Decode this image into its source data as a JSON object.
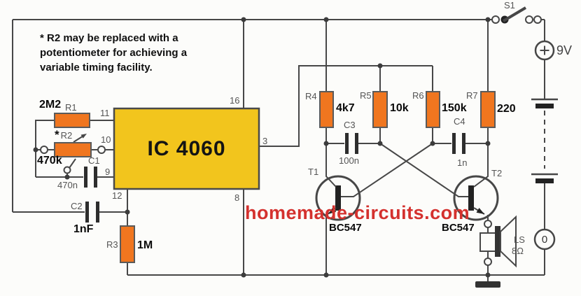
{
  "note": "* R2 may be replaced with a potentiometer for achieving a variable timing facility.",
  "watermark": "homemade-circuits.com",
  "ic": {
    "label": "IC 4060"
  },
  "pins": {
    "p11": "11",
    "p10": "10",
    "p9": "9",
    "p12": "12",
    "p16": "16",
    "p8": "8",
    "p3": "3"
  },
  "components": {
    "r1": {
      "ref": "R1",
      "value": "2M2"
    },
    "r2": {
      "ref": "R2",
      "prefix": "*",
      "value": "470k"
    },
    "r3": {
      "ref": "R3",
      "value": "1M"
    },
    "r4": {
      "ref": "R4",
      "value": "4k7"
    },
    "r5": {
      "ref": "R5",
      "value": "10k"
    },
    "r6": {
      "ref": "R6",
      "value": "150k"
    },
    "r7": {
      "ref": "R7",
      "value": "220"
    },
    "c1": {
      "ref": "C1",
      "value": "470n"
    },
    "c2": {
      "ref": "C2",
      "value": "1nF"
    },
    "c3": {
      "ref": "C3",
      "value": "100n"
    },
    "c4": {
      "ref": "C4",
      "value": "1n"
    },
    "t1": {
      "ref": "T1",
      "part": "BC547"
    },
    "t2": {
      "ref": "T2",
      "part": "BC547"
    },
    "s1": {
      "ref": "S1"
    },
    "battery": {
      "voltage": "9V",
      "plus": "+",
      "minus_terminal": "0"
    },
    "speaker": {
      "ref": "LS",
      "impedance": "8Ω"
    }
  },
  "colors": {
    "resistor_fill": "#f0761f",
    "ic_fill": "#f2c51d",
    "watermark_red": "#d4312e",
    "wire": "#474747"
  }
}
